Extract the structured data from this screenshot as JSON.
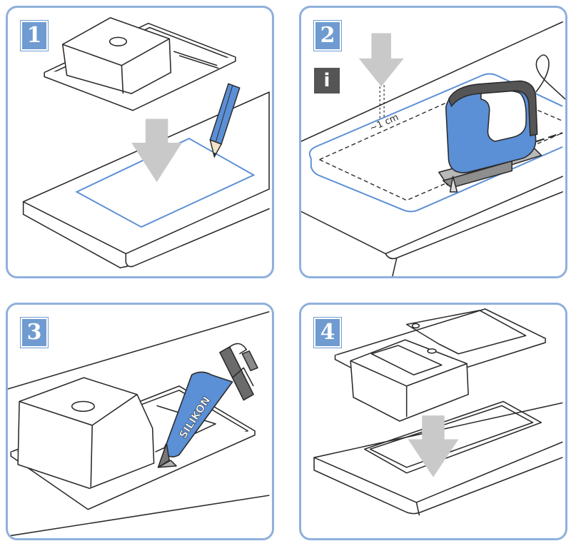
{
  "colors": {
    "panel_border": "#8fb0dc",
    "badge_blue": "#6f9bd0",
    "tool_blue": "#5b8fd6",
    "arrow_gray": "#c9c9c9",
    "line": "#2b2b2b",
    "info_gray": "#555555"
  },
  "steps": [
    {
      "number": "1",
      "icons": [
        "sink-icon",
        "pencil-icon",
        "down-arrow-icon"
      ]
    },
    {
      "number": "2",
      "info_label": "i",
      "measure_label": "~1 cm",
      "icons": [
        "jigsaw-icon",
        "down-arrow-icon",
        "info-icon"
      ]
    },
    {
      "number": "3",
      "tube_label": "SILIKON",
      "icons": [
        "sink-icon",
        "caulking-gun-icon"
      ]
    },
    {
      "number": "4",
      "icons": [
        "sink-icon",
        "down-arrow-icon"
      ]
    }
  ]
}
